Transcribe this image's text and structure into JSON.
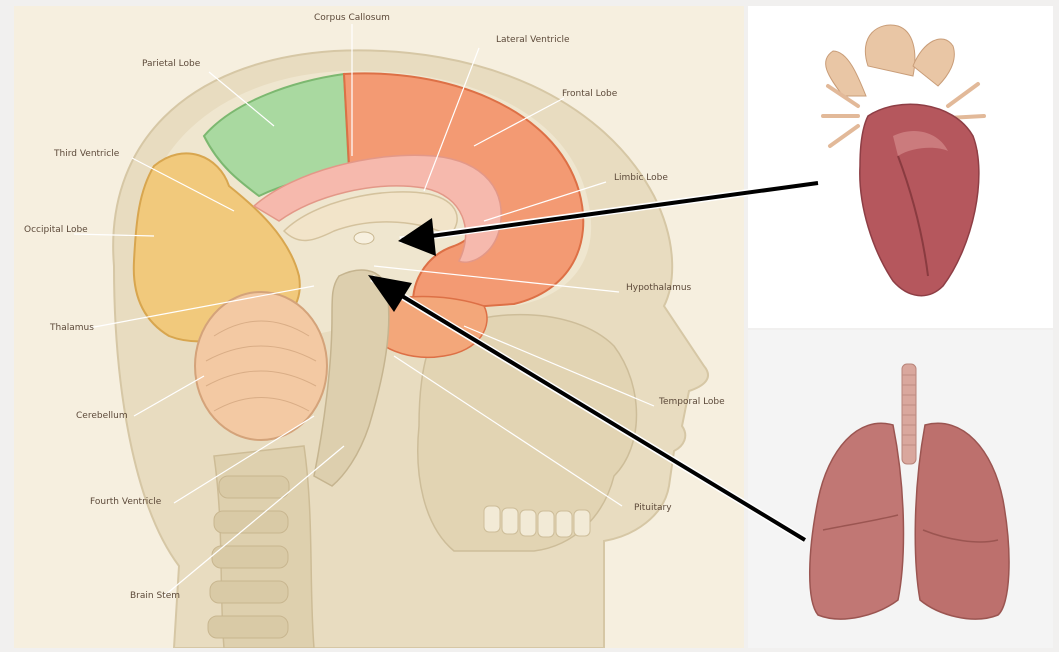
{
  "diagram": {
    "labels": {
      "corpus_callosum": "Corpus Callosum",
      "lateral_ventricle": "Lateral Ventricle",
      "parietal_lobe": "Parietal Lobe",
      "frontal_lobe": "Frontal Lobe",
      "third_ventricle": "Third Ventricle",
      "limbic_lobe": "Limbic Lobe",
      "occipital_lobe": "Occipital Lobe",
      "hypothalamus": "Hypothalamus",
      "thalamus": "Thalamus",
      "temporal_lobe": "Temporal Lobe",
      "cerebellum": "Cerebellum",
      "fourth_ventricle": "Fourth Ventricle",
      "pituitary": "Pituitary",
      "brain_stem": "Brain Stem"
    },
    "colors": {
      "skin": "#e8dcc0",
      "parietal": "#a9d9a0",
      "frontal": "#f39a73",
      "occipital": "#f1c97c",
      "limbic": "#f6b9ad",
      "cerebellum": "#f3c9a3",
      "heart": "#b5575d",
      "lungs": "#c17774",
      "arrow": "#000000"
    },
    "illustrations": [
      "brain-sagittal-section",
      "heart-illustration",
      "lungs-illustration"
    ]
  }
}
